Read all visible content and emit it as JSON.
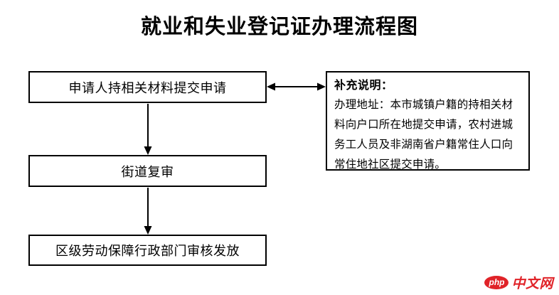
{
  "title": "就业和失业登记证办理流程图",
  "flow": {
    "steps": [
      {
        "label": "申请人持相关材料提交申请"
      },
      {
        "label": "街道复审"
      },
      {
        "label": "区级劳动保障行政部门审核发放"
      }
    ]
  },
  "note": {
    "heading": "补充说明：",
    "body": "办理地址：本市城镇户籍的持相关材料向户口所在地提交申请，农村进城务工人员及非湖南省户籍常住人口向常住地社区提交申请。"
  },
  "logo": {
    "badge": "php",
    "text": "中文网"
  },
  "colors": {
    "background": "#ffffff",
    "border": "#000000",
    "text": "#000000",
    "logo_red": "#e02328"
  }
}
